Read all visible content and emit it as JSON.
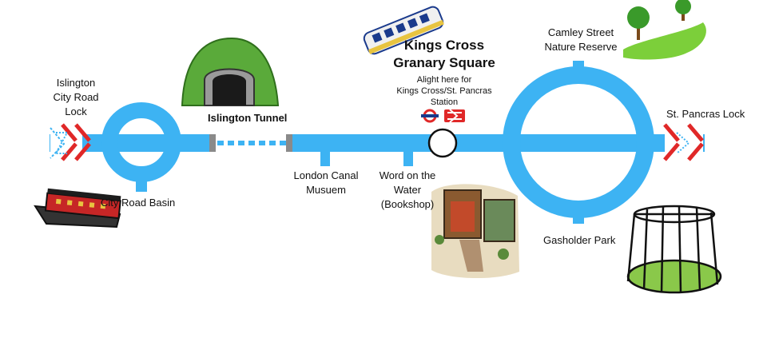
{
  "title": {
    "line1": "Kings Cross",
    "line2": "Granary Square",
    "sub1": "Alight here for",
    "sub2": "Kings Cross/St. Pancras",
    "sub3": "Station"
  },
  "stops": {
    "islington_lock": [
      "Islington",
      "City Road",
      "Lock"
    ],
    "city_road_basin": "City Road Basin",
    "islington_tunnel": "Islington Tunnel",
    "london_canal_museum": [
      "London Canal",
      "Musuem"
    ],
    "word_on_the_water": [
      "Word on the",
      "Water",
      "(Bookshop)"
    ],
    "camley_street": [
      "Camley Street",
      "Nature Reserve"
    ],
    "st_pancras_lock": "St. Pancras Lock",
    "gasholder_park": "Gasholder Park"
  },
  "icons": [
    "canal-boat-icon",
    "tunnel-hill-icon",
    "train-icon",
    "underground-roundel-icon",
    "national-rail-icon",
    "park-trees-icon",
    "bookshop-illustration-icon",
    "gasholder-frame-icon",
    "lock-gate-icon"
  ],
  "colors": {
    "canal": "#3db3f3",
    "lock_red": "#e02828",
    "roundel_blue": "#1a3a8c"
  }
}
